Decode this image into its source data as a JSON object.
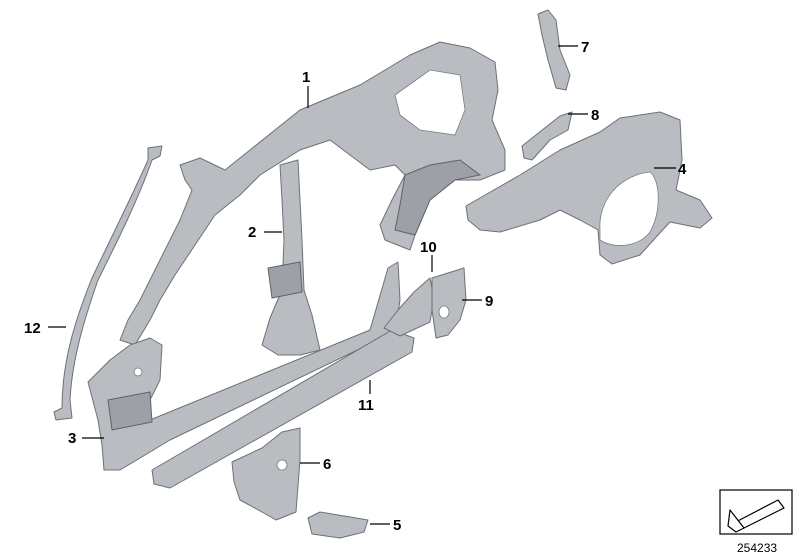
{
  "callouts": {
    "c1": "1",
    "c2": "2",
    "c3": "3",
    "c4": "4",
    "c5": "5",
    "c6": "6",
    "c7": "7",
    "c8": "8",
    "c9": "9",
    "c10": "10",
    "c11": "11",
    "c12": "12"
  },
  "doc_number": "254233",
  "colors": {
    "part_fill": "#b9bcc1",
    "part_stroke": "#6d7076",
    "background": "#ffffff"
  }
}
